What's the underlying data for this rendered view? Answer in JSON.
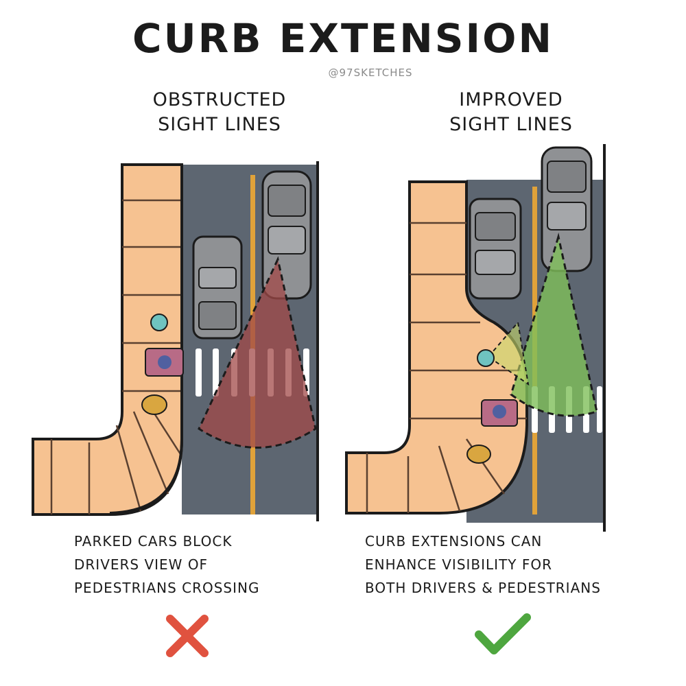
{
  "title": "CURB EXTENSION",
  "credit": "@97SKETCHES",
  "left_panel": {
    "heading": [
      "OBSTRUCTED",
      "SIGHT LINES"
    ],
    "caption": [
      "PARKED CARS BLOCK",
      "DRIVERS VIEW OF",
      "PEDESTRIANS CROSSING"
    ],
    "verdict_icon": "red-x-icon"
  },
  "right_panel": {
    "heading": [
      "IMPROVED",
      "SIGHT LINES"
    ],
    "caption": [
      "CURB EXTENSIONS CAN",
      "ENHANCE VISIBILITY FOR",
      "BOTH DRIVERS & PEDESTRIANS"
    ],
    "verdict_icon": "green-check-icon"
  },
  "colors": {
    "road": "#5d6671",
    "sidewalk": "#f6c291",
    "center_line": "#e0a23a",
    "car": "#8f9194",
    "blocked_cone": "#a24a48",
    "clear_cone": "#7fbf5a",
    "x_mark": "#e0523f",
    "check_mark": "#4ea63f"
  }
}
